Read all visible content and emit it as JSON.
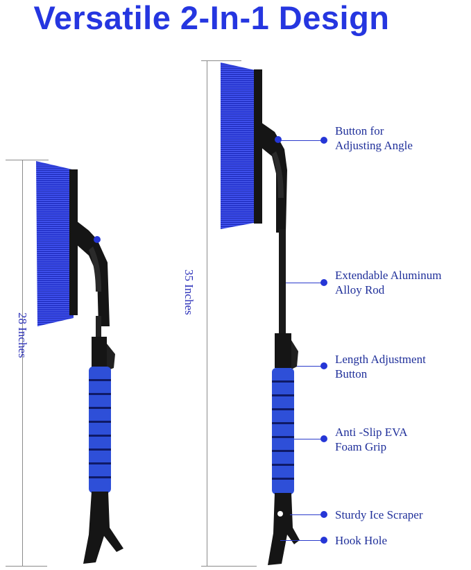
{
  "title": "Versatile 2-In-1 Design",
  "short_config": {
    "length_label": "28 Inches"
  },
  "long_config": {
    "length_label": "35 Inches"
  },
  "callouts": [
    {
      "text": "Button for\nAdjusting Angle"
    },
    {
      "text": "Extendable Aluminum\nAlloy Rod"
    },
    {
      "text": "Length Adjustment\nButton"
    },
    {
      "text": "Anti -Slip EVA\nFoam Grip"
    },
    {
      "text": "Sturdy Ice Scraper"
    },
    {
      "text": "Hook Hole"
    }
  ],
  "colors": {
    "title": "#2536e0",
    "bristles": "#2f3fe0",
    "handle": "#111111",
    "grip": "#2e4fd8",
    "label": "#1f2f9a"
  }
}
